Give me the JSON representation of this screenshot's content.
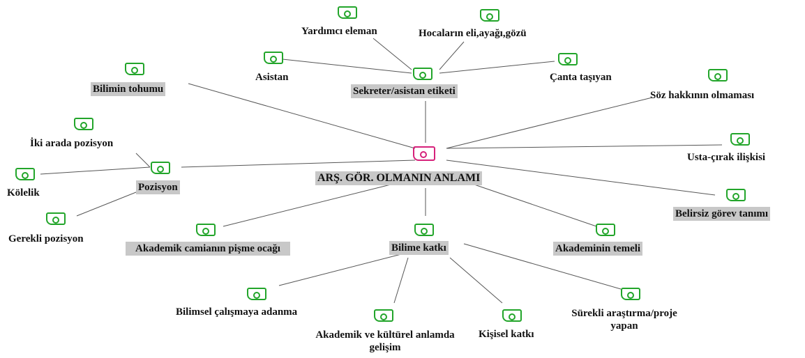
{
  "diagram": {
    "center": {
      "label": "ARŞ. GÖR. OLMANIN ANLAMI",
      "icon": "network-node-icon"
    },
    "hubs": {
      "sekreter": "Sekreter/asistan etiketi",
      "pozisyon": "Pozisyon",
      "bilime_katki": "Bilime katkı"
    },
    "leaves": {
      "yardimci": "Yardımcı eleman",
      "hocalarin": "Hocaların eli,ayağı,gözü",
      "asistan": "Asistan",
      "canta": "Çanta taşıyan",
      "bilimin_tohumu": "Bilimin tohumu",
      "soz_hakki": "Söz hakkının olmaması",
      "iki_arada": "İki arada pozisyon",
      "usta_cirak": "Usta-çırak ilişkisi",
      "kolelik": "Kölelik",
      "belirsiz": "Belirsiz görev tanımı",
      "gerekli": "Gerekli pozisyon",
      "akademik_camia": "Akademik camianın pişme ocağı",
      "akademinin_temeli": "Akademinin temeli",
      "bilimsel_calisma": "Bilimsel çalışmaya adanma",
      "surekli_arastirma": "Sürekli araştırma/proje yapan",
      "akademik_kulturel": "Akademik ve kültürel anlamda gelişim",
      "kisisel_katki": "Kişisel katkı"
    },
    "colors": {
      "node": "#22a52a",
      "center_node": "#d6217a",
      "highlight": "#c8c8c8",
      "line": "#555555"
    }
  }
}
